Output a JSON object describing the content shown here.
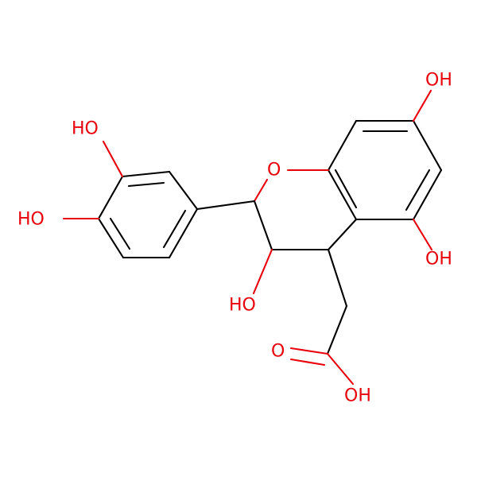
{
  "atom_labels": {
    "oh_top_right": "OH",
    "ho_catechol_top": "HO",
    "ho_catechol_left": "HO",
    "ring_oxygen": "O",
    "oh_c5": "OH",
    "ho_c3": "HO",
    "carbonyl_oxygen": "O",
    "oh_acid": "OH"
  },
  "colors": {
    "bond": "#000000",
    "heteroatom": "#e8000b",
    "background": "#ffffff"
  }
}
